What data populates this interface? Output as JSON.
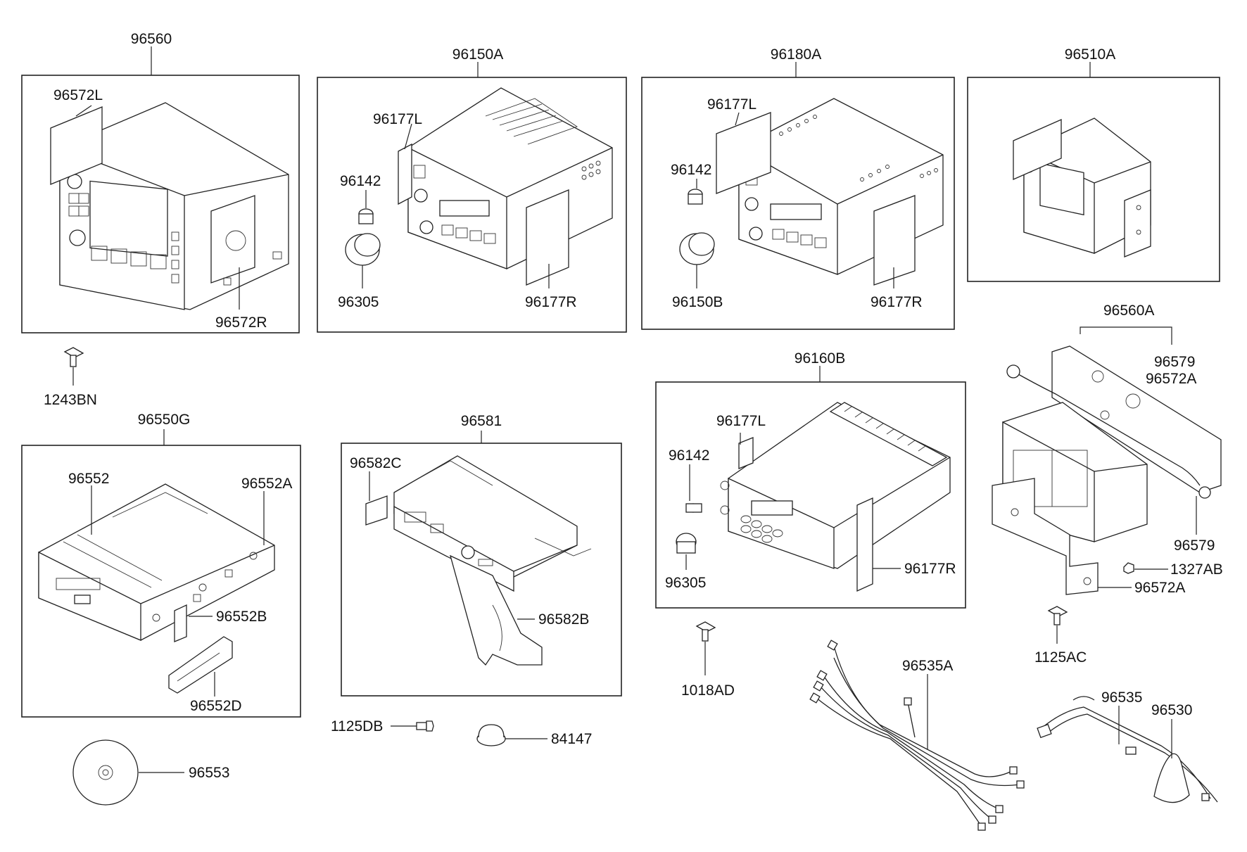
{
  "labels": {
    "p96560": "96560",
    "p96572L": "96572L",
    "p96572R": "96572R",
    "p1243BN": "1243BN",
    "p96150A": "96150A",
    "p96177L_a": "96177L",
    "p96142_a": "96142",
    "p96305_a": "96305",
    "p96177R_a": "96177R",
    "p96180A": "96180A",
    "p96177L_b": "96177L",
    "p96142_b": "96142",
    "p96150B": "96150B",
    "p96177R_b": "96177R",
    "p96510A": "96510A",
    "p96560A": "96560A",
    "p96579_a": "96579",
    "p96572A_a": "96572A",
    "p96579_b": "96579",
    "p1327AB": "1327AB",
    "p96572A_b": "96572A",
    "p1125AC": "1125AC",
    "p96550G": "96550G",
    "p96552": "96552",
    "p96552A": "96552A",
    "p96552B": "96552B",
    "p96552D": "96552D",
    "p96553": "96553",
    "p96581": "96581",
    "p96582C": "96582C",
    "p96582B": "96582B",
    "p1125DB": "1125DB",
    "p84147": "84147",
    "p96160B": "96160B",
    "p96177L_c": "96177L",
    "p96142_c": "96142",
    "p96305_c": "96305",
    "p96177R_c": "96177R",
    "p1018AD": "1018AD",
    "p96535A": "96535A",
    "p96535": "96535",
    "p96530": "96530"
  }
}
